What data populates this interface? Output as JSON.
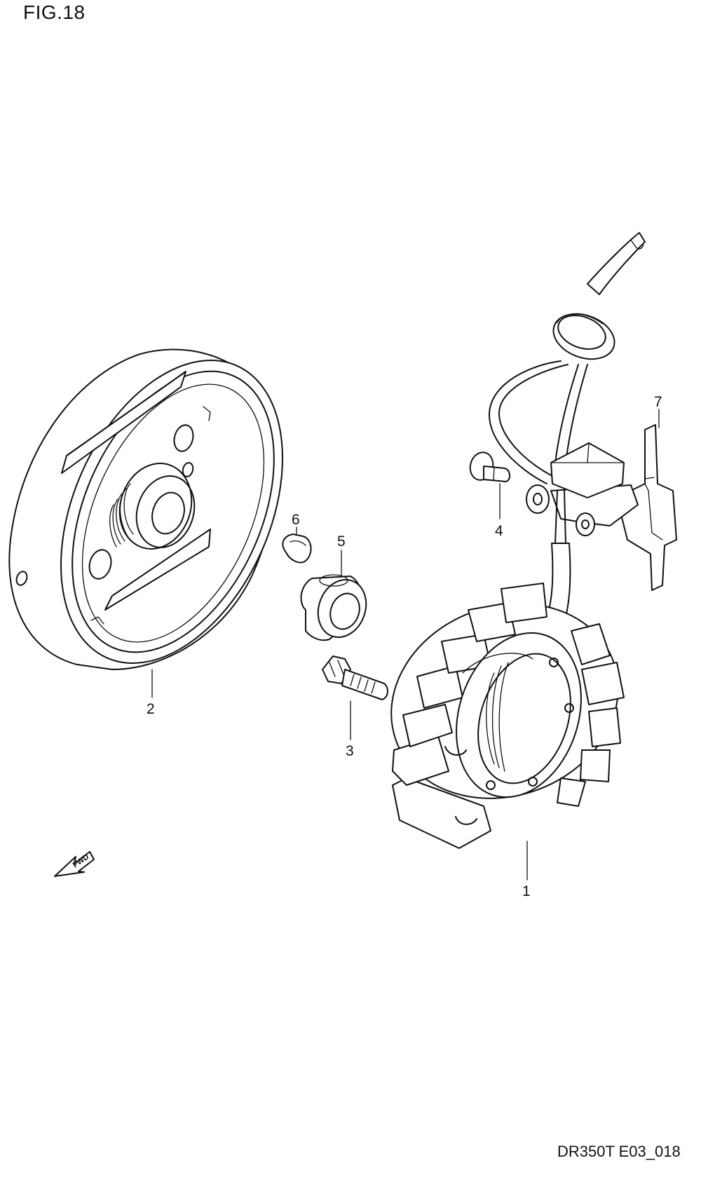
{
  "figure": {
    "title": "FIG.18",
    "code": "DR350T E03_018"
  },
  "callouts": [
    "1",
    "2",
    "3",
    "4",
    "5",
    "6",
    "7"
  ],
  "arrow": {
    "label": "FWD"
  }
}
